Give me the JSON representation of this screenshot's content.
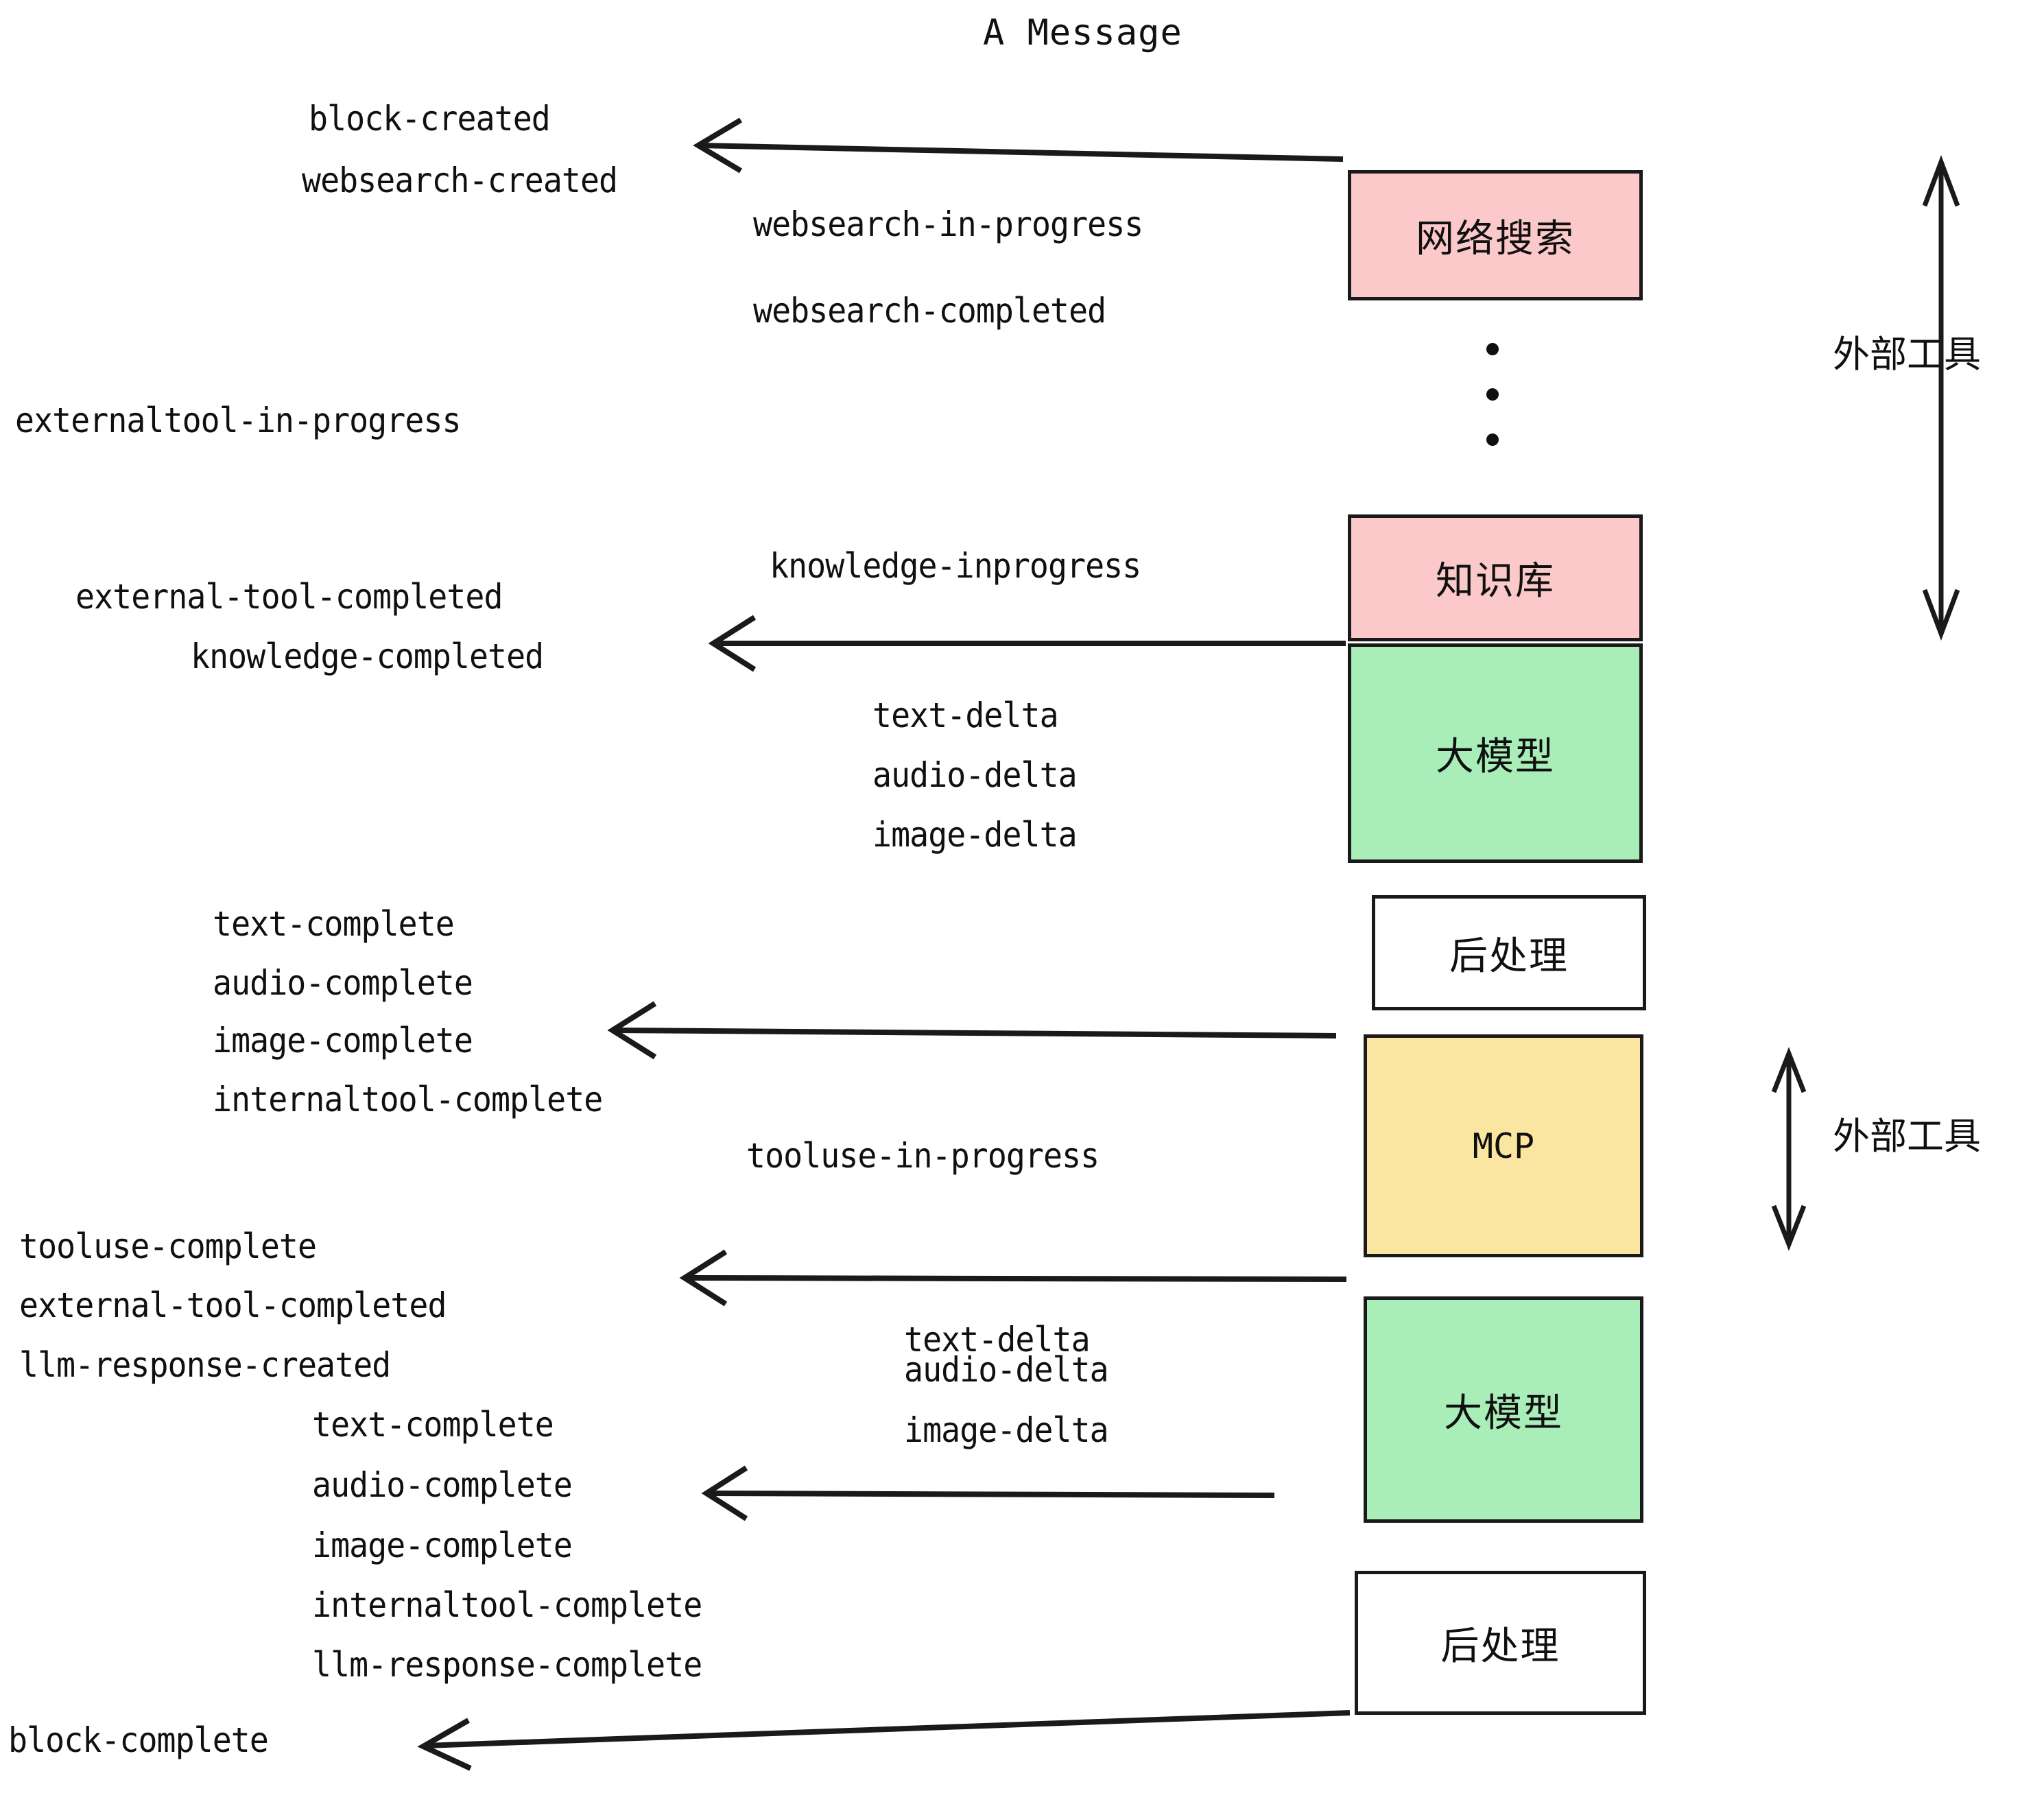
{
  "title": "A Message",
  "colors": {
    "external_tool_pink": "#FBC9C9",
    "llm_green": "#A9EEB9",
    "mcp_yellow": "#FAE6A0",
    "postprocess_white": "#FFFFFF",
    "stroke": "#1a1a1a",
    "text": "#101010",
    "background": "#FFFFFF"
  },
  "boxes": [
    {
      "label": "网络搜索",
      "kind": "external-tool",
      "color": "#FBC9C9"
    },
    {
      "label": "知识库",
      "kind": "external-tool",
      "color": "#FBC9C9"
    },
    {
      "label": "大模型",
      "kind": "llm",
      "color": "#A9EEB9"
    },
    {
      "label": "后处理",
      "kind": "post-process",
      "color": "#FFFFFF"
    },
    {
      "label": "MCP",
      "kind": "external-tool",
      "color": "#FAE6A0"
    },
    {
      "label": "大模型",
      "kind": "llm",
      "color": "#A9EEB9"
    },
    {
      "label": "后处理",
      "kind": "post-process",
      "color": "#FFFFFF"
    }
  ],
  "side_labels": [
    {
      "text": "外部工具"
    },
    {
      "text": "外部工具"
    }
  ],
  "events": [
    {
      "text": "block-created"
    },
    {
      "text": "websearch-created"
    },
    {
      "text": "websearch-in-progress"
    },
    {
      "text": "websearch-completed"
    },
    {
      "text": "externaltool-in-progress"
    },
    {
      "text": "knowledge-inprogress"
    },
    {
      "text": "external-tool-completed"
    },
    {
      "text": "knowledge-completed"
    },
    {
      "text": "text-delta"
    },
    {
      "text": "audio-delta"
    },
    {
      "text": "image-delta"
    },
    {
      "text": "text-complete"
    },
    {
      "text": "audio-complete"
    },
    {
      "text": "image-complete"
    },
    {
      "text": "internaltool-complete"
    },
    {
      "text": "tooluse-in-progress"
    },
    {
      "text": "tooluse-complete"
    },
    {
      "text": "external-tool-completed"
    },
    {
      "text": "llm-response-created"
    },
    {
      "text": "text-delta"
    },
    {
      "text": "audio-delta"
    },
    {
      "text": "image-delta"
    },
    {
      "text": "text-complete"
    },
    {
      "text": "audio-complete"
    },
    {
      "text": "image-complete"
    },
    {
      "text": "internaltool-complete"
    },
    {
      "text": "llm-response-complete"
    },
    {
      "text": "block-complete"
    }
  ],
  "ellipsis": {
    "dot_count": 3
  }
}
